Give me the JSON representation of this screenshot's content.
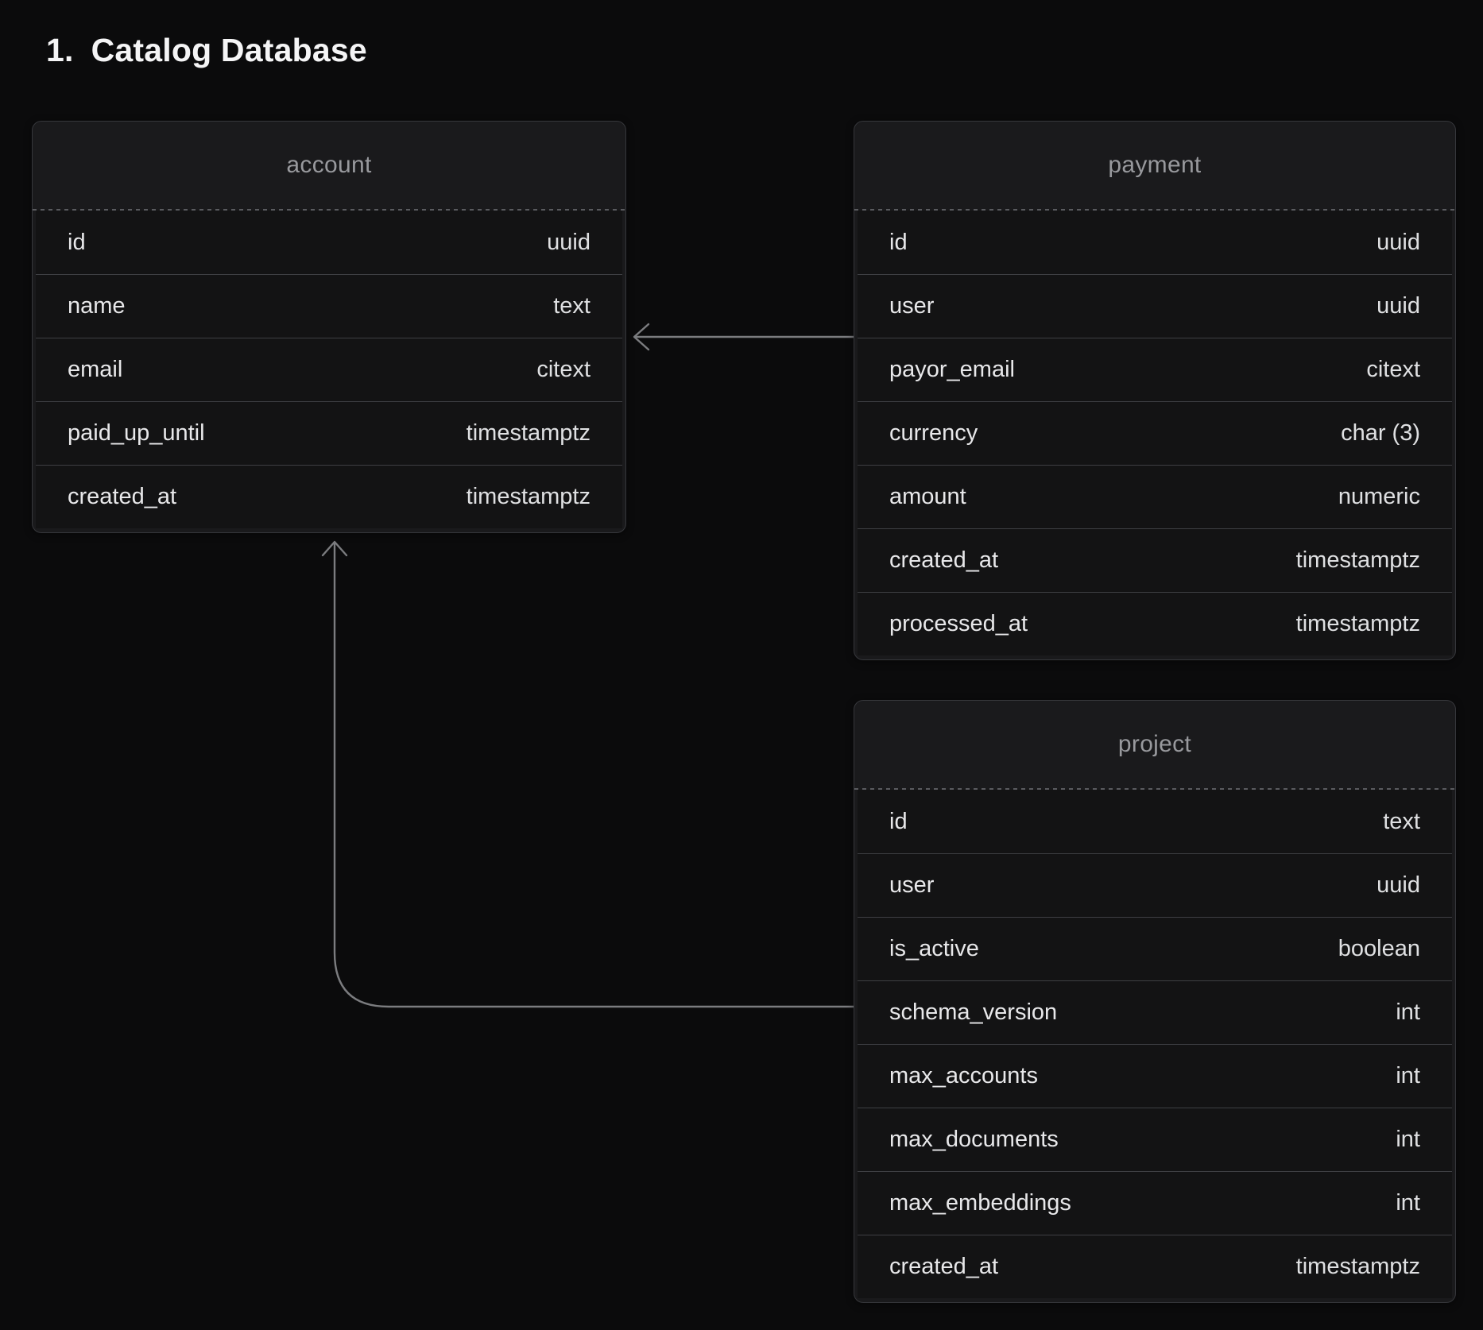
{
  "title": {
    "number": "1.",
    "text": "Catalog Database"
  },
  "colors": {
    "page_background": "#0b0b0c",
    "table_background": "#1a1a1c",
    "row_background": "#131314",
    "table_border": "#36373b",
    "row_separator": "#3e3f43",
    "header_text": "#98999d",
    "field_text": "#e8e8ea",
    "type_text": "#dfe0e2",
    "title_text": "#f5f5f6",
    "arrow": "#7b7c7f"
  },
  "tables": [
    {
      "name": "account",
      "fields": [
        {
          "name": "id",
          "type": "uuid"
        },
        {
          "name": "name",
          "type": "text"
        },
        {
          "name": "email",
          "type": "citext"
        },
        {
          "name": "paid_up_until",
          "type": "timestamptz"
        },
        {
          "name": "created_at",
          "type": "timestamptz"
        }
      ]
    },
    {
      "name": "payment",
      "fields": [
        {
          "name": "id",
          "type": "uuid"
        },
        {
          "name": "user",
          "type": "uuid"
        },
        {
          "name": "payor_email",
          "type": "citext"
        },
        {
          "name": "currency",
          "type": "char (3)"
        },
        {
          "name": "amount",
          "type": "numeric"
        },
        {
          "name": "created_at",
          "type": "timestamptz"
        },
        {
          "name": "processed_at",
          "type": "timestamptz"
        }
      ]
    },
    {
      "name": "project",
      "fields": [
        {
          "name": "id",
          "type": "text"
        },
        {
          "name": "user",
          "type": "uuid"
        },
        {
          "name": "is_active",
          "type": "boolean"
        },
        {
          "name": "schema_version",
          "type": "int"
        },
        {
          "name": "max_accounts",
          "type": "int"
        },
        {
          "name": "max_documents",
          "type": "int"
        },
        {
          "name": "max_embeddings",
          "type": "int"
        },
        {
          "name": "created_at",
          "type": "timestamptz"
        }
      ]
    }
  ],
  "relations": [
    {
      "from": "payment",
      "to": "account",
      "style": "straight-left-arrow"
    },
    {
      "from": "project",
      "to": "account",
      "style": "elbow-up-arrow"
    }
  ]
}
